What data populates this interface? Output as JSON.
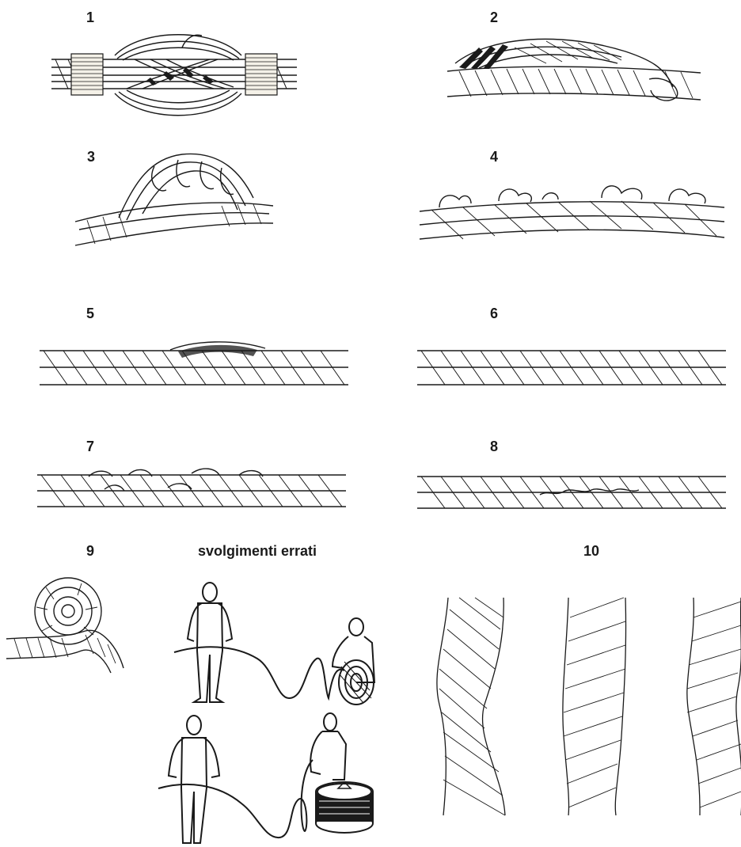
{
  "labels": {
    "n1": "1",
    "n2": "2",
    "n3": "3",
    "n4": "4",
    "n5": "5",
    "n6": "6",
    "n7": "7",
    "n8": "8",
    "n9": "9",
    "n10": "10",
    "section": "svolgimenti errati"
  },
  "colors": {
    "ink": "#1a1a1a",
    "paper": "#ffffff",
    "seizing": "#f4f1e8"
  },
  "icons": {
    "f1": "birdcage-rope-with-seizings-icon",
    "f2": "protruding-core-rope-icon",
    "f3": "rope-kink-strand-loops-icon",
    "f4": "broken-wires-rope-icon",
    "f5": "local-wear-rope-icon",
    "f6": "flattened-rope-icon",
    "f7": "crushed-rope-icon",
    "f8": "corroded-rope-icon",
    "f9": "rope-loop-kink-icon",
    "unwind1": "person-pulling-rope-from-coil-icon",
    "unwind2": "person-pulling-rope-from-reel-icon",
    "f10": "waviness-rope-segments-icon"
  }
}
